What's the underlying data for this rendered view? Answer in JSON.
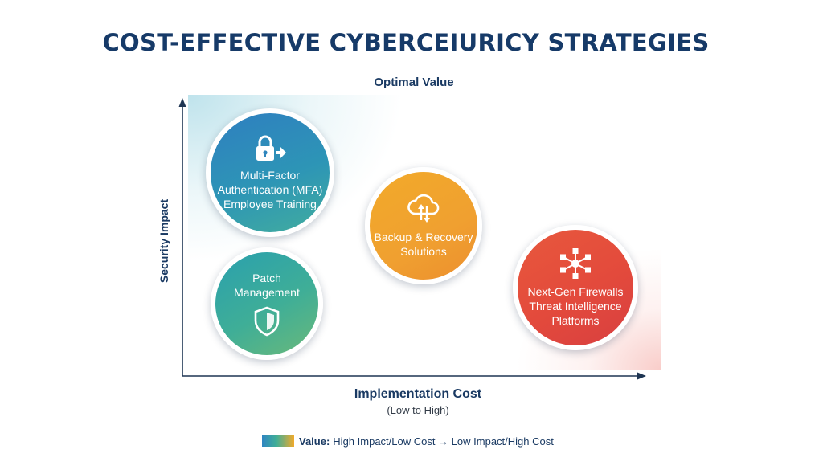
{
  "title": "COST-EFFECTIVE CYBERCEIURICY STRATEGIES",
  "top_label": "Optimal Value",
  "axes": {
    "y_label": "Security Impact",
    "x_label": "Implementation Cost",
    "x_sublabel": "(Low to High)"
  },
  "bubbles": [
    {
      "lines": [
        "Multi-Factor",
        "Authentication (MFA)",
        "Employee Training"
      ],
      "icon": "lock-arrow-icon",
      "color": "#2d8fbc"
    },
    {
      "lines": [
        "Patch",
        "Management"
      ],
      "icon": "shield-check-icon",
      "color": "#3aab9a"
    },
    {
      "lines": [
        "Backup & Recovery",
        "Solutions"
      ],
      "icon": "cloud-sync-icon",
      "color": "#f0a22e"
    },
    {
      "lines": [
        "Next-Gen Firewalls",
        "Threat Intelligence",
        "Platforms"
      ],
      "icon": "network-nodes-icon",
      "color": "#e34a3c"
    }
  ],
  "legend": {
    "key": "Value:",
    "text": "High Impact/Low Cost → Low Impact/High Cost",
    "gradient": [
      "#2f85c2",
      "#3fae97",
      "#f2aa2a"
    ]
  }
}
